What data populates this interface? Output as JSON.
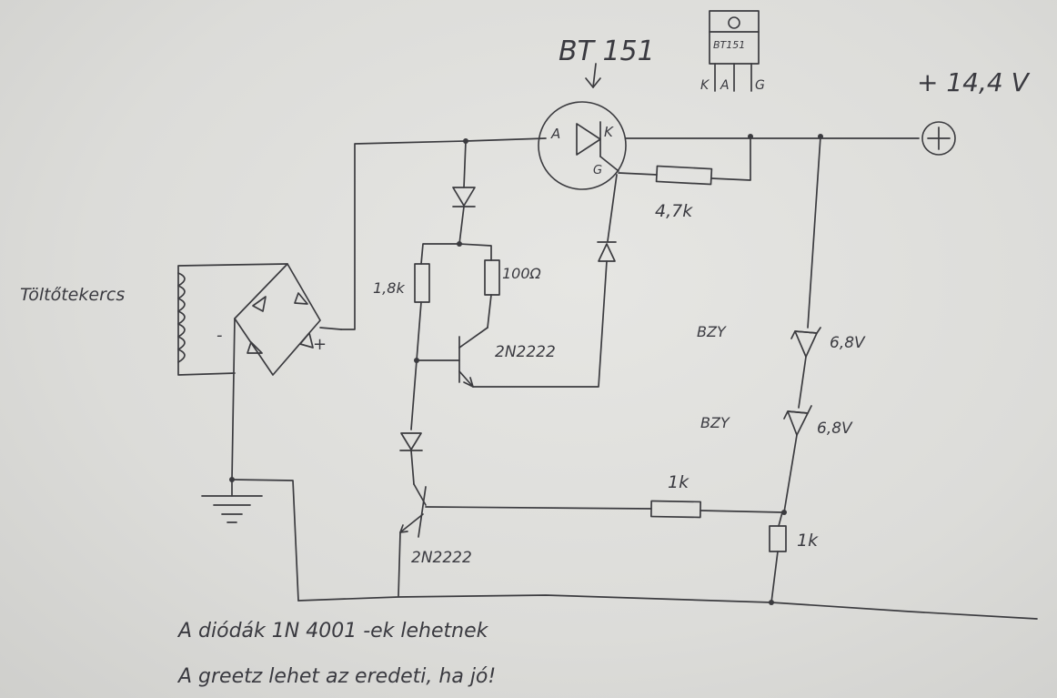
{
  "title": "BT 151",
  "package": {
    "label": "BT151",
    "pins": [
      "K",
      "A",
      "G"
    ]
  },
  "supply": "+ 14,4 V",
  "coil": "Töltőtekercs",
  "bridge": {
    "minus": "-",
    "plus": "+"
  },
  "thyristor_pins": {
    "anode": "A",
    "cathode": "K",
    "gate": "G"
  },
  "resistors": {
    "r_gate": "4,7k",
    "r_18k": "1,8k",
    "r_100": "100Ω",
    "r_1k_h": "1k",
    "r_1k_v": "1k"
  },
  "transistors": {
    "q1": "2N2222",
    "q2": "2N2222"
  },
  "zeners": [
    {
      "type": "BZY",
      "voltage": "6,8V"
    },
    {
      "type": "BZY",
      "voltage": "6,8V"
    }
  ],
  "notes": [
    "A diódák 1N 4001 -ek lehetnek",
    "A greetz lehet az eredeti, ha jó!"
  ]
}
